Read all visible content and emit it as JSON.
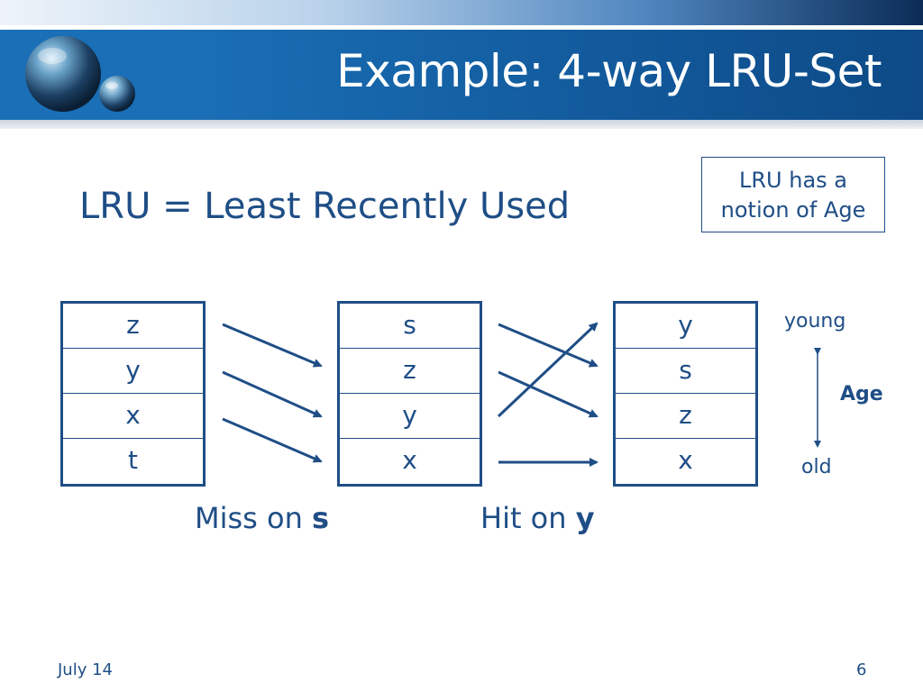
{
  "slide": {
    "title": "Example: 4-way LRU-Set",
    "subtitle": "LRU = Least Recently Used",
    "note": [
      "LRU has a",
      "notion of Age"
    ],
    "sets": [
      {
        "rows": [
          "z",
          "y",
          "x",
          "t"
        ]
      },
      {
        "rows": [
          "s",
          "z",
          "y",
          "x"
        ]
      },
      {
        "rows": [
          "y",
          "s",
          "z",
          "x"
        ]
      }
    ],
    "captions": {
      "miss_prefix": "Miss on ",
      "miss_key": "s",
      "hit_prefix": "Hit on ",
      "hit_key": "y"
    },
    "age": {
      "young": "young",
      "old": "old",
      "label": "Age"
    },
    "footer": {
      "date": "July 14",
      "page": "6"
    }
  },
  "colors": {
    "accent": "#1f4e86",
    "header": "#1a6fb6"
  },
  "icons": {
    "logo": "pearl-spheres-logo"
  }
}
